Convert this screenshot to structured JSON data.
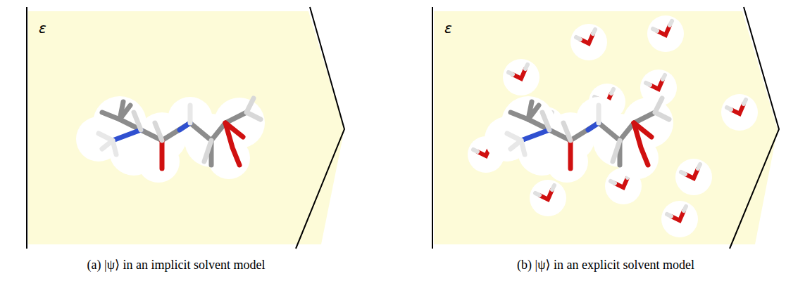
{
  "diagram": {
    "labels": [
      "ε",
      "(a) |ψ⟩ in an implicit solvent model",
      "ε",
      "(b) |ψ⟩ in an explicit solvent model"
    ]
  }
}
